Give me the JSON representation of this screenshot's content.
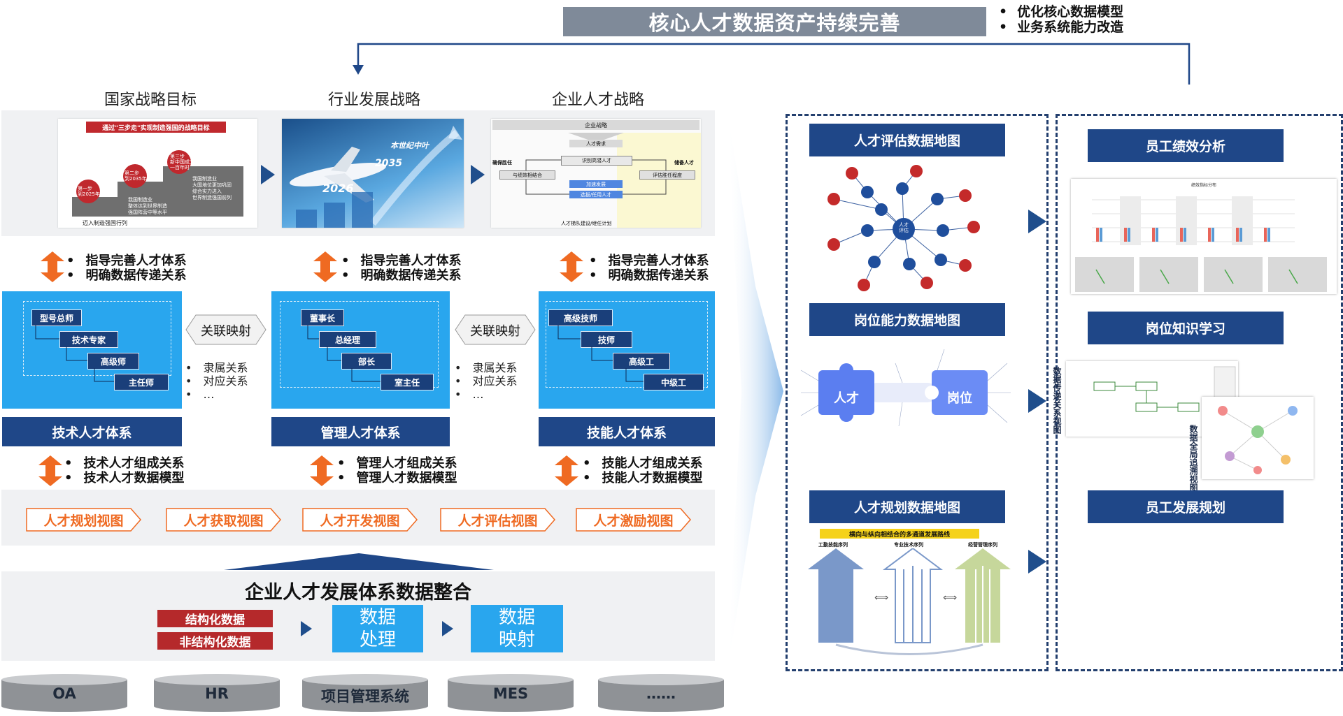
{
  "header": {
    "title": "核心人才数据资产持续完善",
    "bullets": [
      "优化核心数据模型",
      "业务系统能力改造"
    ]
  },
  "strategies": [
    {
      "title": "国家战略目标",
      "img_title": "通过\"三步走\"实现制造强国的战略目标",
      "steps": [
        {
          "label": "第一步\n到2025年",
          "text": "迈入制造强国行列"
        },
        {
          "label": "第二步\n到2035年",
          "text": "我国制造业\n整体达到世界制造\n强国阵营中等水平"
        },
        {
          "label": "第三步\n新中国成立\n一百年时",
          "text": "我国制造业\n大国地位更加巩固\n综合实力进入\n世界制造强国前列"
        }
      ]
    },
    {
      "title": "行业发展战略",
      "img_labels": [
        "2026",
        "2035",
        "本世纪中叶"
      ]
    },
    {
      "title": "企业人才战略",
      "img_labels": [
        "企业战略",
        "人才需求",
        "识别高潜人才",
        "确保胜任",
        "储备人才",
        "与绩效相结合",
        "加速发展",
        "评估胜任程度",
        "选拔/任用人才",
        "人才梯队建设/继任计划"
      ]
    }
  ],
  "guide_bullets": [
    "指导完善人才体系",
    "明确数据传递关系"
  ],
  "systems": [
    {
      "name": "技术人才体系",
      "nodes": [
        "型号总师",
        "技术专家",
        "高级师",
        "主任师"
      ],
      "bullets": [
        "技术人才组成关系",
        "技术人才数据模型"
      ]
    },
    {
      "name": "管理人才体系",
      "nodes": [
        "董事长",
        "总经理",
        "部长",
        "室主任"
      ],
      "bullets": [
        "管理人才组成关系",
        "管理人才数据模型"
      ]
    },
    {
      "name": "技能人才体系",
      "nodes": [
        "高级技师",
        "技师",
        "高级工",
        "中级工"
      ],
      "bullets": [
        "技能人才组成关系",
        "技能人才数据模型"
      ]
    }
  ],
  "mapping": {
    "label": "关联映射",
    "bullets": [
      "隶属关系",
      "对应关系",
      "…"
    ]
  },
  "views": [
    "人才规划视图",
    "人才获取视图",
    "人才开发视图",
    "人才评估视图",
    "人才激励视图"
  ],
  "integration": {
    "title": "企业人才发展体系数据整合",
    "tags": [
      "结构化数据",
      "非结构化数据"
    ],
    "process": [
      "数据\n处理",
      "数据\n映射"
    ]
  },
  "sources": [
    "OA",
    "HR",
    "项目管理系统",
    "MES",
    "……"
  ],
  "maps": [
    {
      "title": "人才评估数据地图",
      "center": "人才\n评估"
    },
    {
      "title": "岗位能力数据地图",
      "left": "人才",
      "right": "岗位"
    },
    {
      "title": "人才规划数据地图",
      "banner": "横向与纵向相结合的多通道发展路线",
      "columns": [
        "工勤技能序列",
        "专业技术序列",
        "经营管理序列"
      ]
    }
  ],
  "right_panels": [
    {
      "title": "员工绩效分析",
      "chart_title": "绩效指标分布"
    },
    {
      "title": "岗位知识学习",
      "vert_a": "数据传递关系视图",
      "vert_b": "数据全局追溯视图"
    },
    {
      "title": "员工发展规划"
    }
  ],
  "colors": {
    "navy": "#1f4788",
    "blue": "#29a6ee",
    "orange": "#ef6a22",
    "red": "#b5292b",
    "gray": "#7f8a99"
  }
}
